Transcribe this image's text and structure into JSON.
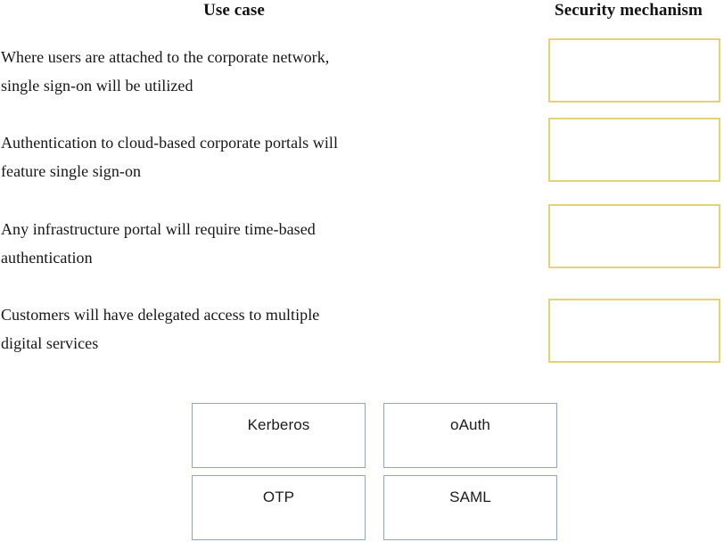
{
  "headers": {
    "use_case": "Use case",
    "security_mechanism": "Security mechanism"
  },
  "rows": [
    {
      "line1": "Where users are attached to the corporate network,",
      "line2": "single sign-on will be utilized",
      "drop_value": ""
    },
    {
      "line1": "Authentication to cloud-based corporate portals will",
      "line2": "feature single sign-on",
      "drop_value": ""
    },
    {
      "line1": "Any infrastructure portal will require time-based",
      "line2": "authentication",
      "drop_value": ""
    },
    {
      "line1": "Customers will have delegated access to multiple",
      "line2": "digital services",
      "drop_value": ""
    }
  ],
  "answer_bank": [
    {
      "label": "Kerberos"
    },
    {
      "label": "oAuth"
    },
    {
      "label": "OTP"
    },
    {
      "label": "SAML"
    }
  ],
  "colors": {
    "drop_target_border": "#e3d27a",
    "bank_item_border": "#8da9bf",
    "text": "#161616",
    "background": "#ffffff"
  }
}
